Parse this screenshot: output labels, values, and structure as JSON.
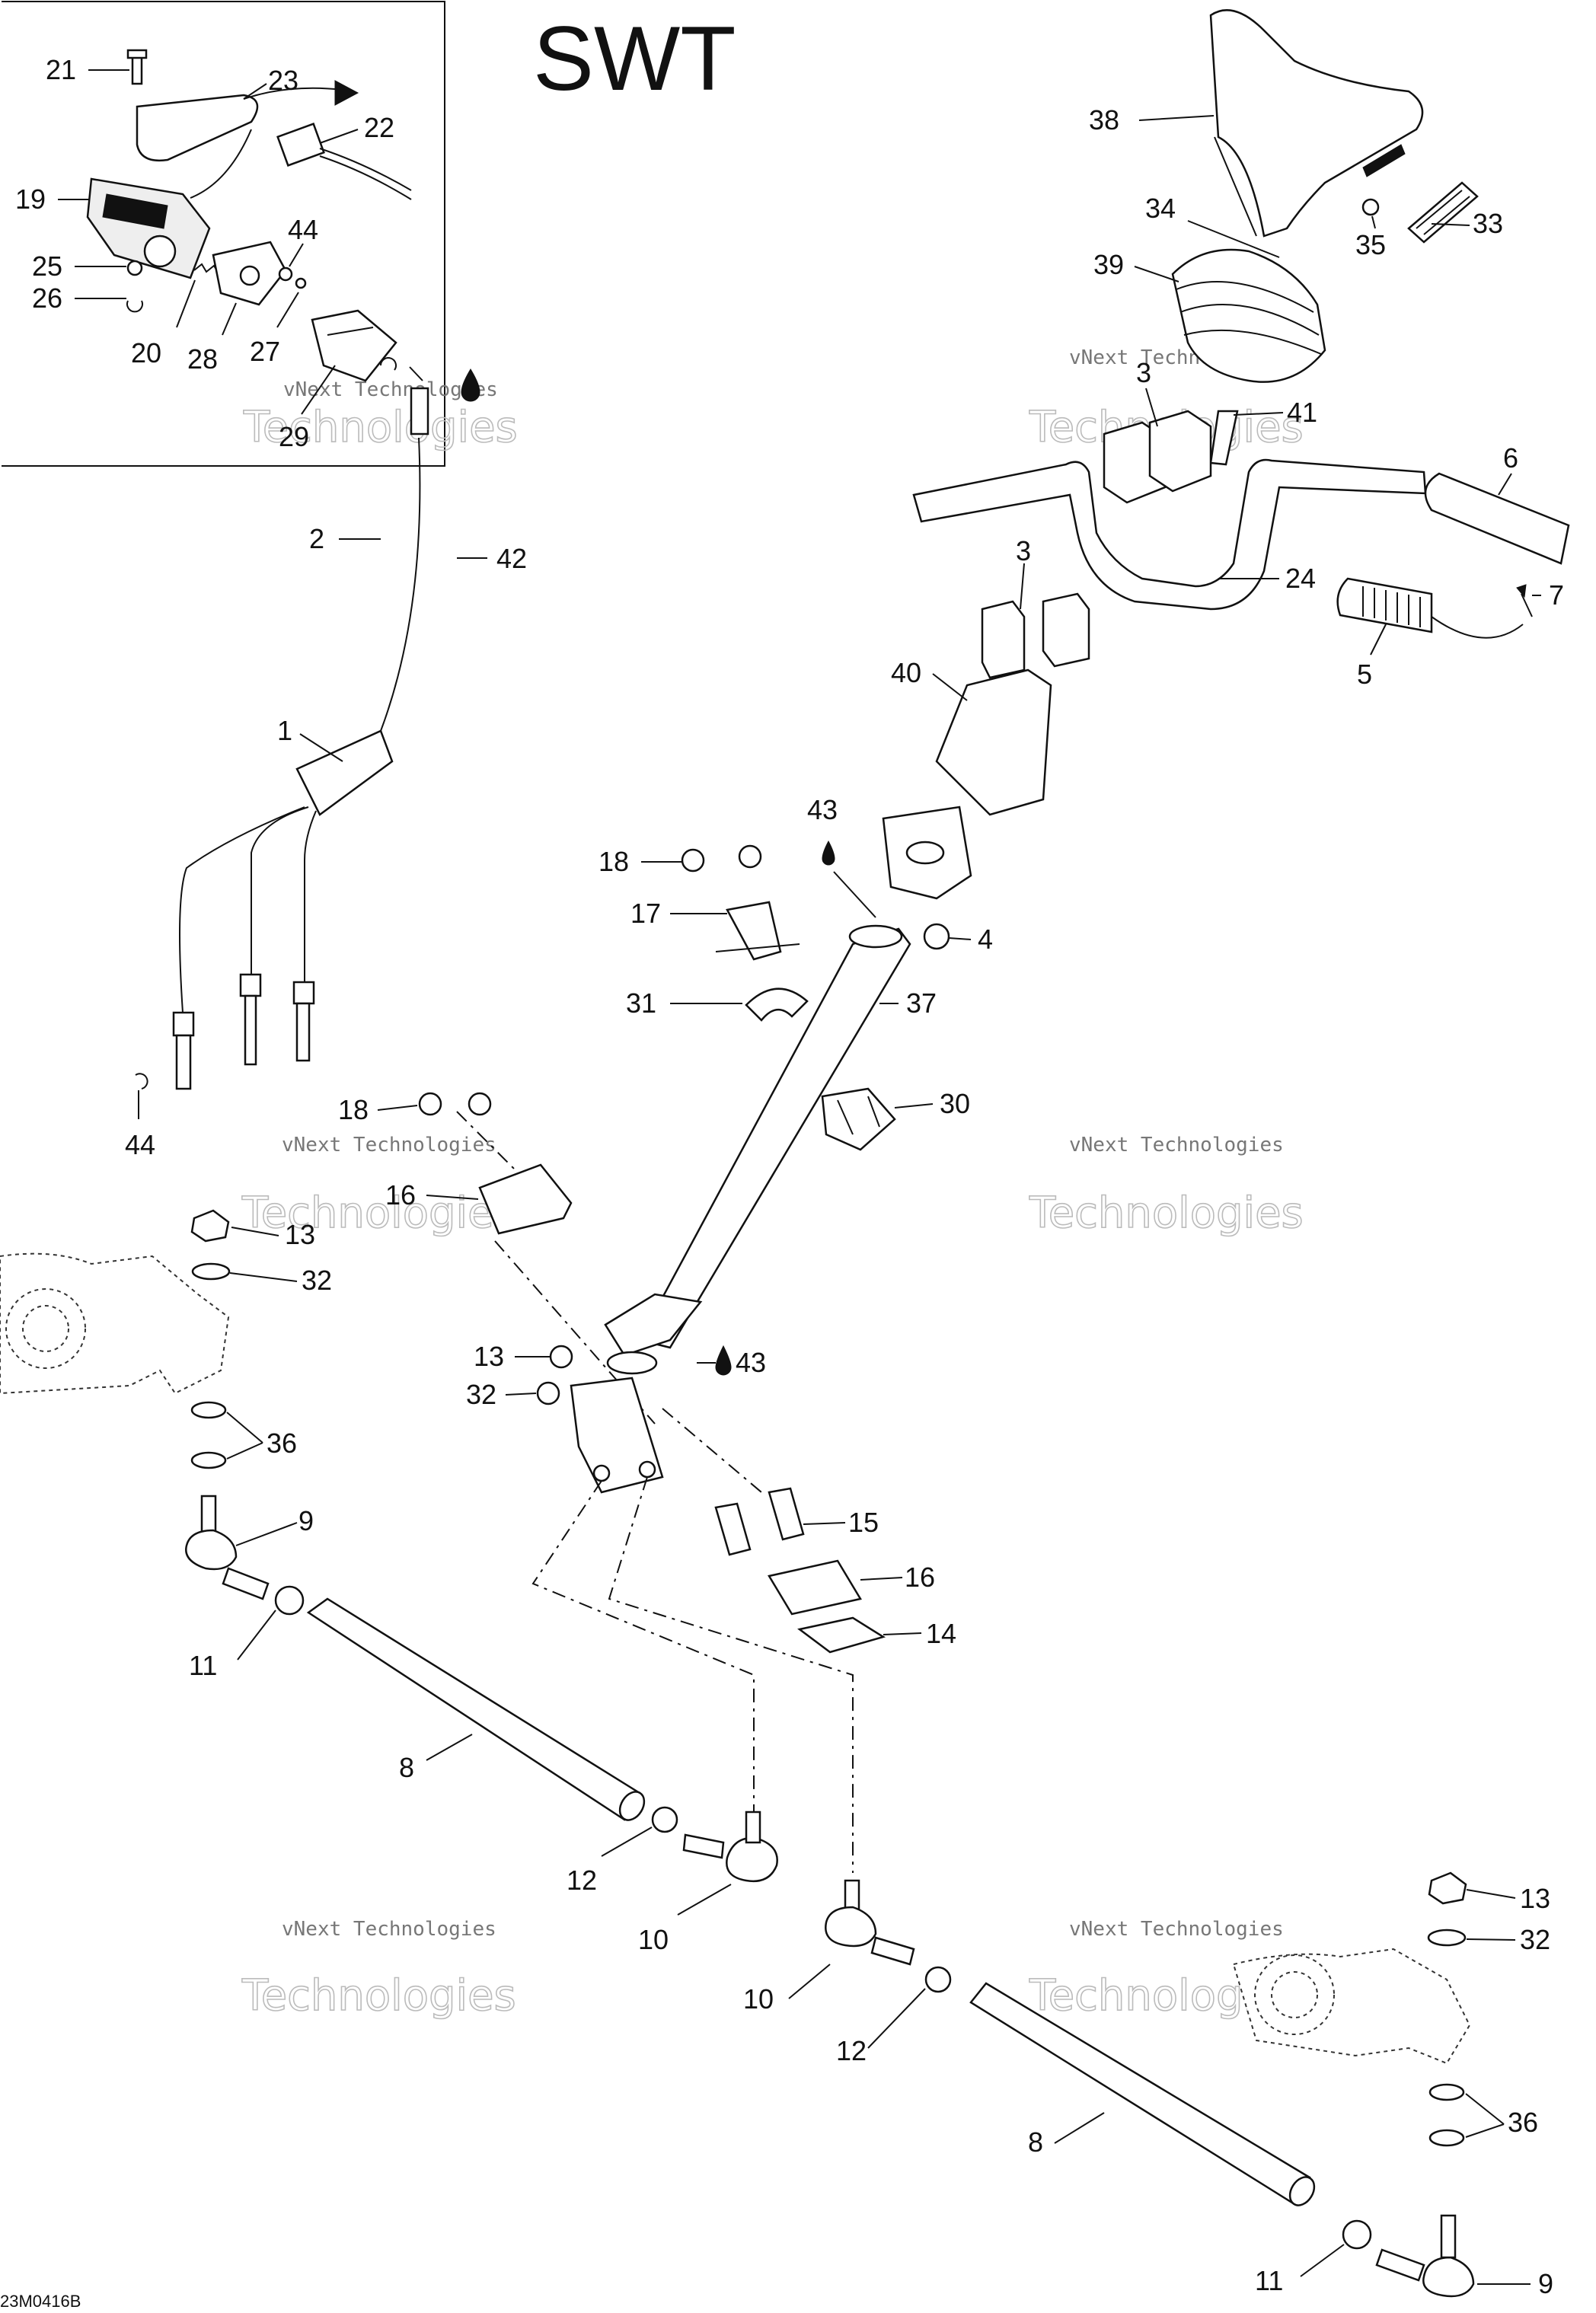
{
  "title": "SWT",
  "drawing_code": "23M0416B",
  "watermark": {
    "line1": "vNext Technologies",
    "line2": "Technologies"
  },
  "labels": [
    {
      "id": "lbl-21",
      "text": "21"
    },
    {
      "id": "lbl-23",
      "text": "23"
    },
    {
      "id": "lbl-22",
      "text": "22"
    },
    {
      "id": "lbl-19",
      "text": "19"
    },
    {
      "id": "lbl-44a",
      "text": "44"
    },
    {
      "id": "lbl-25",
      "text": "25"
    },
    {
      "id": "lbl-26",
      "text": "26"
    },
    {
      "id": "lbl-20",
      "text": "20"
    },
    {
      "id": "lbl-28",
      "text": "28"
    },
    {
      "id": "lbl-27",
      "text": "27"
    },
    {
      "id": "lbl-29",
      "text": "29"
    },
    {
      "id": "lbl-38",
      "text": "38"
    },
    {
      "id": "lbl-34",
      "text": "34"
    },
    {
      "id": "lbl-35",
      "text": "35"
    },
    {
      "id": "lbl-33",
      "text": "33"
    },
    {
      "id": "lbl-39",
      "text": "39"
    },
    {
      "id": "lbl-3a",
      "text": "3"
    },
    {
      "id": "lbl-41",
      "text": "41"
    },
    {
      "id": "lbl-6",
      "text": "6"
    },
    {
      "id": "lbl-2",
      "text": "2"
    },
    {
      "id": "lbl-42",
      "text": "42"
    },
    {
      "id": "lbl-3b",
      "text": "3"
    },
    {
      "id": "lbl-24",
      "text": "24"
    },
    {
      "id": "lbl-7",
      "text": "7"
    },
    {
      "id": "lbl-40",
      "text": "40"
    },
    {
      "id": "lbl-5",
      "text": "5"
    },
    {
      "id": "lbl-1",
      "text": "1"
    },
    {
      "id": "lbl-43a",
      "text": "43"
    },
    {
      "id": "lbl-18a",
      "text": "18"
    },
    {
      "id": "lbl-17",
      "text": "17"
    },
    {
      "id": "lbl-4",
      "text": "4"
    },
    {
      "id": "lbl-31",
      "text": "31"
    },
    {
      "id": "lbl-37",
      "text": "37"
    },
    {
      "id": "lbl-30",
      "text": "30"
    },
    {
      "id": "lbl-44b",
      "text": "44"
    },
    {
      "id": "lbl-18b",
      "text": "18"
    },
    {
      "id": "lbl-16a",
      "text": "16"
    },
    {
      "id": "lbl-13a",
      "text": "13"
    },
    {
      "id": "lbl-32a",
      "text": "32"
    },
    {
      "id": "lbl-13b",
      "text": "13"
    },
    {
      "id": "lbl-43b",
      "text": "43"
    },
    {
      "id": "lbl-32b",
      "text": "32"
    },
    {
      "id": "lbl-36a",
      "text": "36"
    },
    {
      "id": "lbl-9a",
      "text": "9"
    },
    {
      "id": "lbl-15",
      "text": "15"
    },
    {
      "id": "lbl-16b",
      "text": "16"
    },
    {
      "id": "lbl-14",
      "text": "14"
    },
    {
      "id": "lbl-11a",
      "text": "11"
    },
    {
      "id": "lbl-8a",
      "text": "8"
    },
    {
      "id": "lbl-12a",
      "text": "12"
    },
    {
      "id": "lbl-10a",
      "text": "10"
    },
    {
      "id": "lbl-13c",
      "text": "13"
    },
    {
      "id": "lbl-32c",
      "text": "32"
    },
    {
      "id": "lbl-10b",
      "text": "10"
    },
    {
      "id": "lbl-12b",
      "text": "12"
    },
    {
      "id": "lbl-8b",
      "text": "8"
    },
    {
      "id": "lbl-36b",
      "text": "36"
    },
    {
      "id": "lbl-11b",
      "text": "11"
    },
    {
      "id": "lbl-9b",
      "text": "9"
    }
  ]
}
